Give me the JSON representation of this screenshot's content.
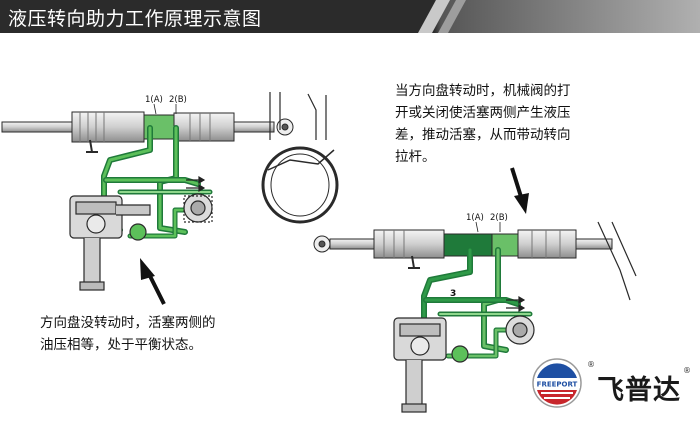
{
  "banner": {
    "title": "液压转向助力工作原理示意图"
  },
  "diagram_left": {
    "port_labels": [
      "1(A)",
      "2(B)"
    ],
    "caption_lines": [
      "方向盘没转动时，活塞两侧的",
      "油压相等，处于平衡状态。"
    ]
  },
  "diagram_right": {
    "port_labels": [
      "1(A)",
      "2(B)"
    ],
    "valve_label": "3",
    "caption_lines": [
      "当方向盘转动时，机械阀的打",
      "开或关闭使活塞两侧产生液压",
      "差，推动活塞，从而带动转向",
      "拉杆。"
    ]
  },
  "logo": {
    "badge_text": "FREEPORT",
    "brand_text": "飞普达",
    "reg_mark": "®"
  },
  "colors": {
    "banner_bg": "#2b2b2b",
    "hydraulic_light": "#5cc05a",
    "hydraulic_dark": "#1f7a3a",
    "line_art": "#2a2a2a"
  }
}
